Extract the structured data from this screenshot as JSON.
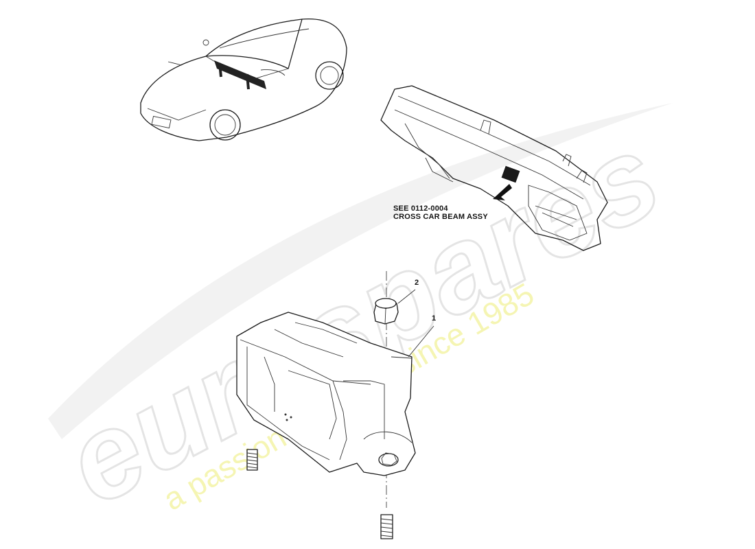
{
  "watermark": {
    "brand": "eurospares",
    "tagline": "a passion for parts since 1985"
  },
  "reference_note": {
    "line1": "SEE 0112-0004",
    "line2": "CROSS CAR BEAM ASSY"
  },
  "callouts": {
    "part1": "1",
    "part2": "2"
  }
}
